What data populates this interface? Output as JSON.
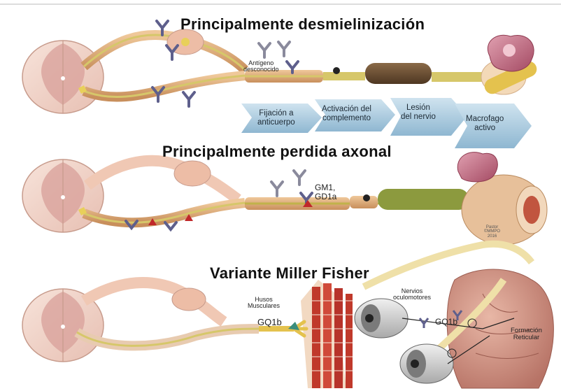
{
  "titles": {
    "panel1": "Principalmente desmielinización",
    "panel2": "Principalmente perdida axonal",
    "panel3": "Variante Miller Fisher"
  },
  "labels": {
    "antigen": [
      "Antígeno",
      "desconocido"
    ],
    "gm1": [
      "GM1,",
      "GD1a"
    ],
    "husos": [
      "Husos",
      "Musculares"
    ],
    "gq1b_muscle": "GQ1b",
    "nervios": [
      "Nervios",
      "oculomotores"
    ],
    "gq1b_eye": "GQ1b",
    "formacion": [
      "Formación",
      "Reticular"
    ],
    "signature": [
      "Pastor",
      "©MMPO",
      "2016"
    ]
  },
  "process_steps": [
    [
      "Fijación a",
      "anticuerpo"
    ],
    [
      "Activación del",
      "complemento"
    ],
    [
      "Lesión",
      "del nervio"
    ],
    [
      "Macrofago",
      "activo"
    ]
  ],
  "colors": {
    "axon": "#d6c76a",
    "myelin": "#d9a472",
    "cord": "#f1d3c9",
    "grey_matter": "#cf9a94",
    "arrow": "#a8c9dd",
    "antibody": "#5e5f8c",
    "antigen_red": "#c0282a",
    "muscle": "#c0392b"
  }
}
